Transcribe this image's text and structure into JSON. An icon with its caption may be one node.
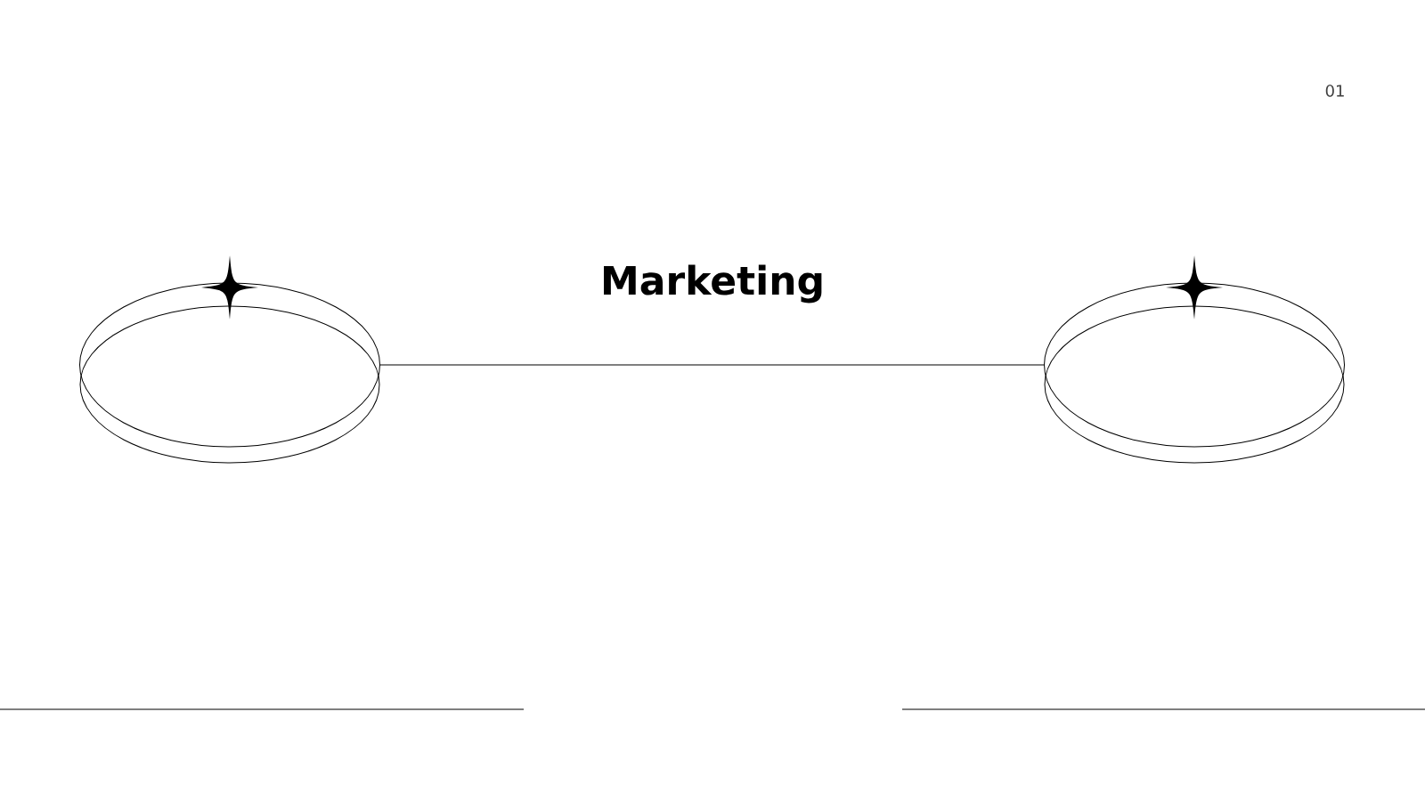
{
  "diagram": {
    "title": "Marketing",
    "nodes": [
      {
        "text": [],
        "shape": "ellipse"
      },
      {
        "text": [],
        "shape": "ellipse"
      }
    ],
    "edges": [
      {
        "from": 0,
        "to": 1,
        "arrow": "none"
      }
    ],
    "labels": [
      "01"
    ]
  }
}
